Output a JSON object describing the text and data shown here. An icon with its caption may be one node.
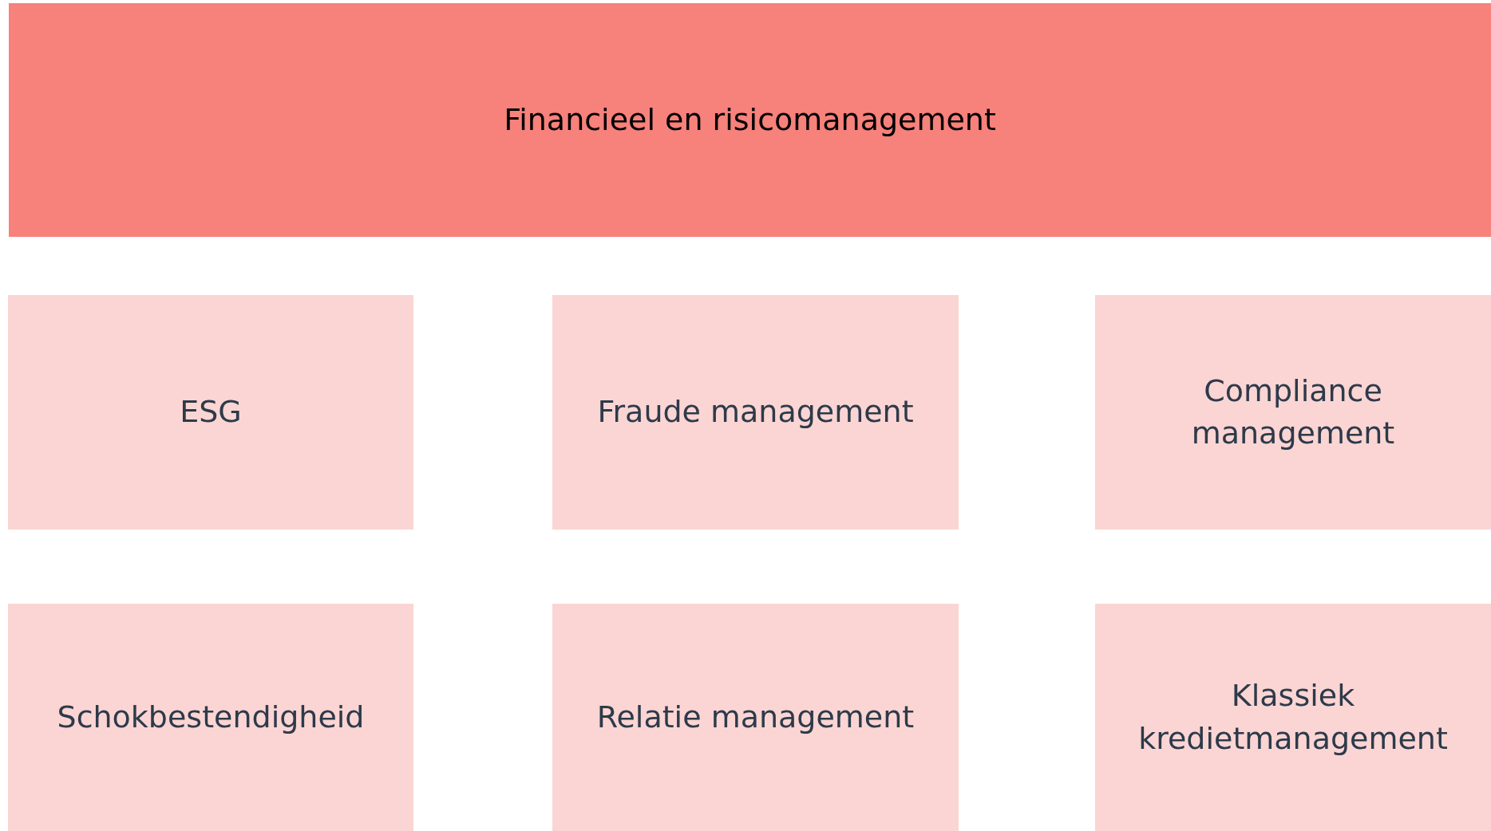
{
  "diagram": {
    "nodes": [
      {
        "text": [
          "Financieel en risicomanagement"
        ]
      },
      {
        "text": [
          "ESG"
        ]
      },
      {
        "text": [
          "Fraude management"
        ]
      },
      {
        "text": [
          "Compliance management"
        ]
      },
      {
        "text": [
          "Schokbestendigheid"
        ]
      },
      {
        "text": [
          "Relatie management"
        ]
      },
      {
        "text": [
          "Klassiek kredietmanagement"
        ]
      }
    ]
  }
}
